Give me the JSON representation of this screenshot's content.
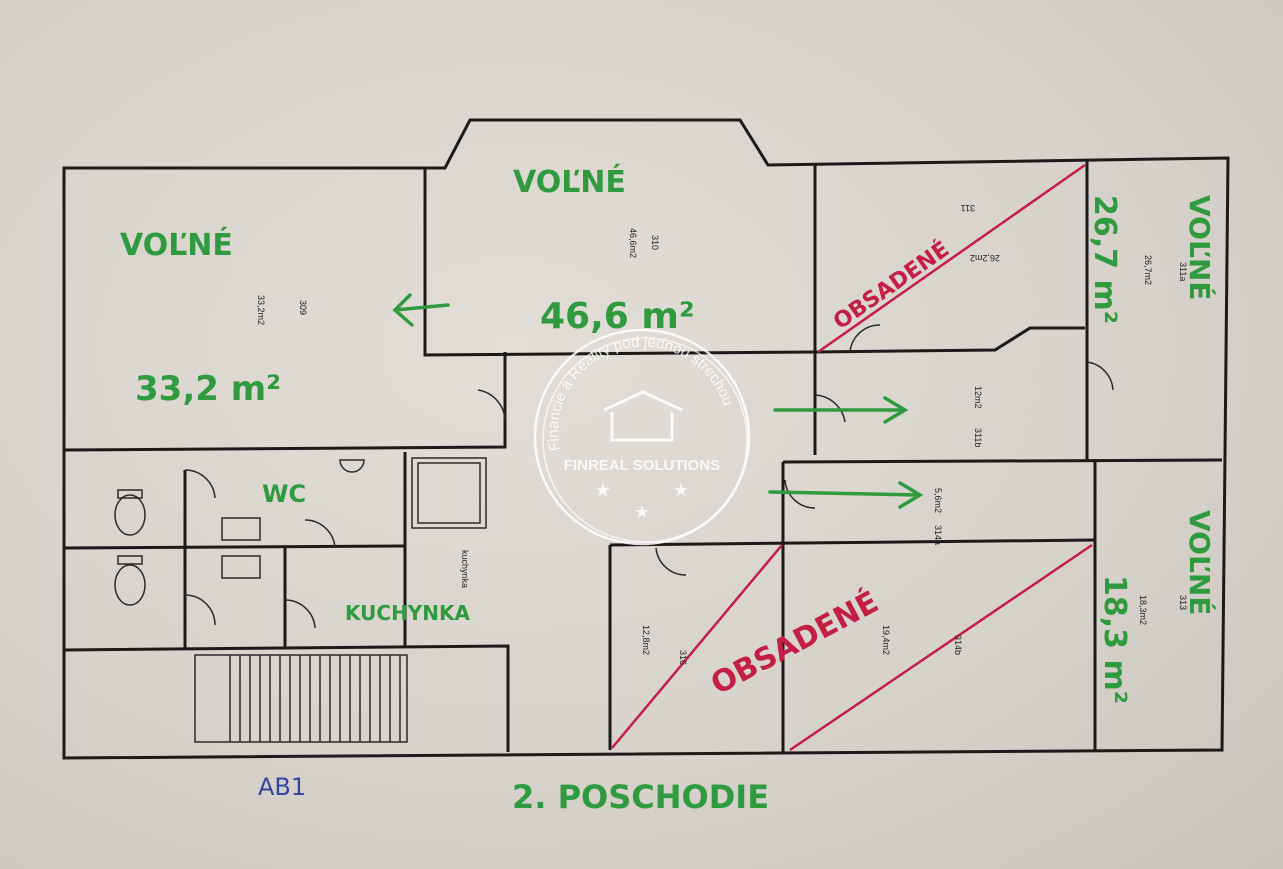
{
  "plan": {
    "floor_title": "2. POSCHODIE",
    "code": "AB1",
    "rooms": [
      {
        "number": "309",
        "area": "33,2m2",
        "handwritten_area": "33,2 m²",
        "status": "VOĽNÉ"
      },
      {
        "number": "310",
        "area": "46,6m2",
        "handwritten_area": "46,6 m²",
        "status": "VOĽNÉ"
      },
      {
        "number": "311",
        "area": "26,2m2",
        "status": "OBSADENÉ"
      },
      {
        "number": "311a",
        "area": "26,7m2",
        "handwritten_area": "26,7 m²",
        "status": "VOĽNÉ"
      },
      {
        "number": "311b",
        "area": "12m2"
      },
      {
        "number": "314a",
        "area": "5,6m2"
      },
      {
        "number": "313",
        "area": "18,3m2",
        "handwritten_area": "18,3 m²",
        "status": "VOĽNÉ"
      },
      {
        "number": "314b",
        "area": "19,4m2",
        "status": "OBSADENÉ"
      },
      {
        "number": "316",
        "area": "12,8m2"
      }
    ],
    "wc_label": "WC",
    "kitchen_label": "KUCHYNKA",
    "kitchen_print": "kuchynka"
  },
  "watermark": {
    "brand": "FINREAL SOLUTIONS",
    "tagline": "Financie a Reality pod jednou strechou"
  },
  "colors": {
    "free": "#2f9a3e",
    "occupied": "#c41e45",
    "ink": "#3446a0"
  }
}
